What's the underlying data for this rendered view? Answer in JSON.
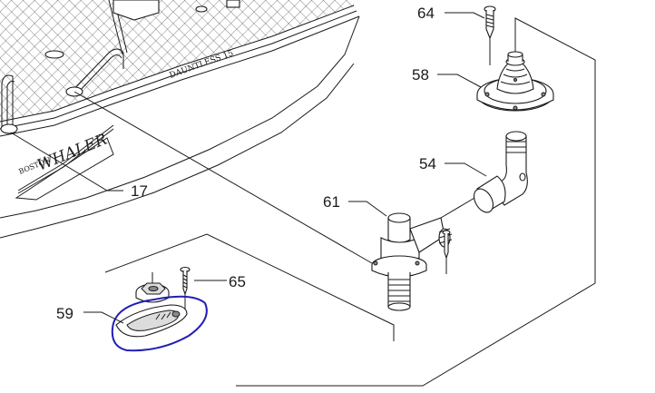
{
  "hull": {
    "brand_small": "BOSTON",
    "brand_large": "WHALER",
    "model": "DAUNTLESS 15"
  },
  "parts": [
    {
      "id": "part-64",
      "number": "64",
      "name": "screw"
    },
    {
      "id": "part-58",
      "number": "58",
      "name": "boot-flange"
    },
    {
      "id": "part-54",
      "number": "54",
      "name": "elbow-fitting"
    },
    {
      "id": "part-61",
      "number": "61",
      "name": "valve-fitting"
    },
    {
      "id": "part-17",
      "number": "17",
      "name": "hull-attachment"
    },
    {
      "id": "part-65",
      "number": "65",
      "name": "screw"
    },
    {
      "id": "part-59",
      "number": "59",
      "name": "drain-scupper"
    }
  ],
  "colors": {
    "line": "#1a1a1a",
    "highlight": "#1f1fb4"
  }
}
